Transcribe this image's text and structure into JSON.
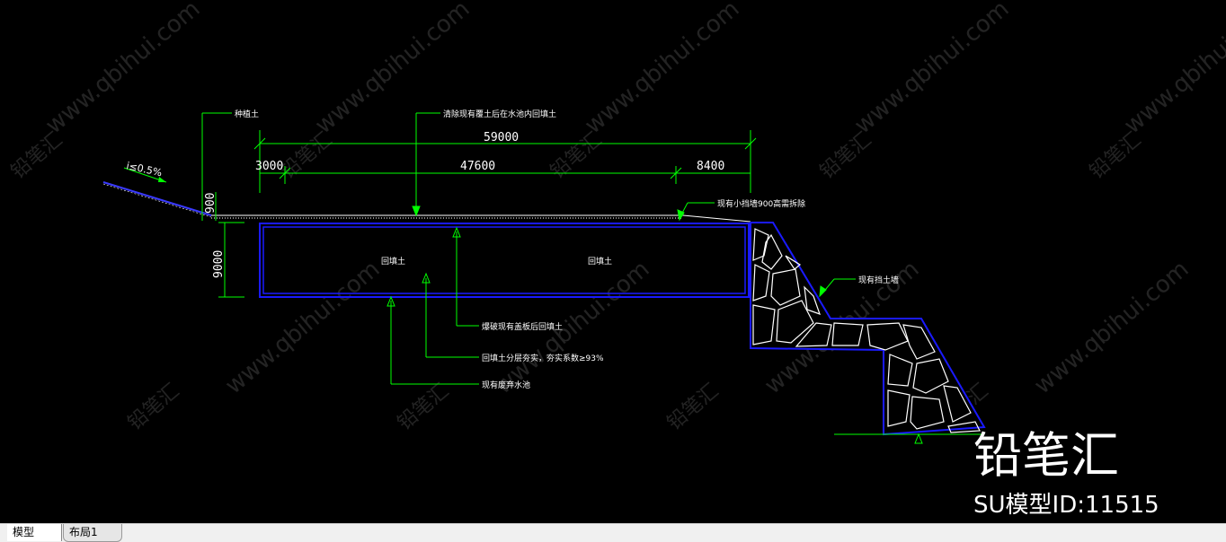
{
  "drawing": {
    "slope_label": "i≤0.5%",
    "label_plant_soil": "种植土",
    "label_top_note": "清除现有覆土后在水池内回填土",
    "dim_total": "59000",
    "dim_left": "3000",
    "dim_mid": "47600",
    "dim_right": "8400",
    "dim_v_small": "900",
    "dim_v_large": "9000",
    "label_existing_wall_note": "现有小挡墙900高需拆除",
    "label_backfill_left": "回填土",
    "label_backfill_right": "回填土",
    "label_retaining_wall": "现有挡土墙",
    "label_break_cover": "爆破现有盖板后回填土",
    "label_compaction": "回填土分层夯实，夯实系数≥93%",
    "label_pool": "现有废弃水池"
  },
  "watermark": {
    "brand": "铅笔汇",
    "model_id": "SU模型ID:11515",
    "url_text": "www.qbihui.com"
  },
  "tabs": [
    {
      "label": "模型"
    },
    {
      "label": "布局1"
    }
  ],
  "colors": {
    "background": "#000000",
    "dimension": "#00ff00",
    "structure": "#1a1aff",
    "hatch": "#ffffff"
  }
}
